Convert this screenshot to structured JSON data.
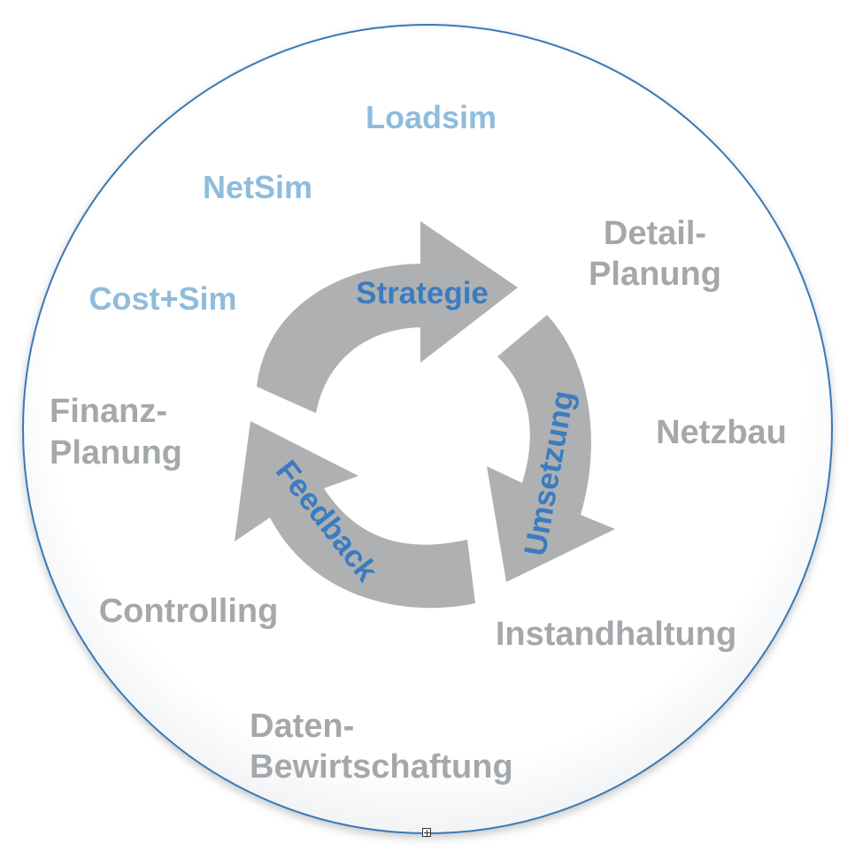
{
  "tools": {
    "loadsim": "Loadsim",
    "netsim": "NetSim",
    "costsim": "Cost+Sim"
  },
  "processes": {
    "detail_line1": "Detail-",
    "detail_line2": "Planung",
    "netzbau": "Netzbau",
    "instandhaltung": "Instandhaltung",
    "daten_line1": "Daten-",
    "daten_line2": "Bewirtschaftung",
    "controlling": "Controlling",
    "finanz_line1": "Finanz-",
    "finanz_line2": "Planung"
  },
  "cycle": {
    "strategie": "Strategie",
    "umsetzung": "Umsetzung",
    "feedback": "Feedback"
  },
  "colors": {
    "ring": "#3a78b5",
    "arrow": "#aeb0b2",
    "tool_text": "#8fbcdc",
    "process_text": "#a5a8ab",
    "cycle_text": "#3b7cc0"
  }
}
